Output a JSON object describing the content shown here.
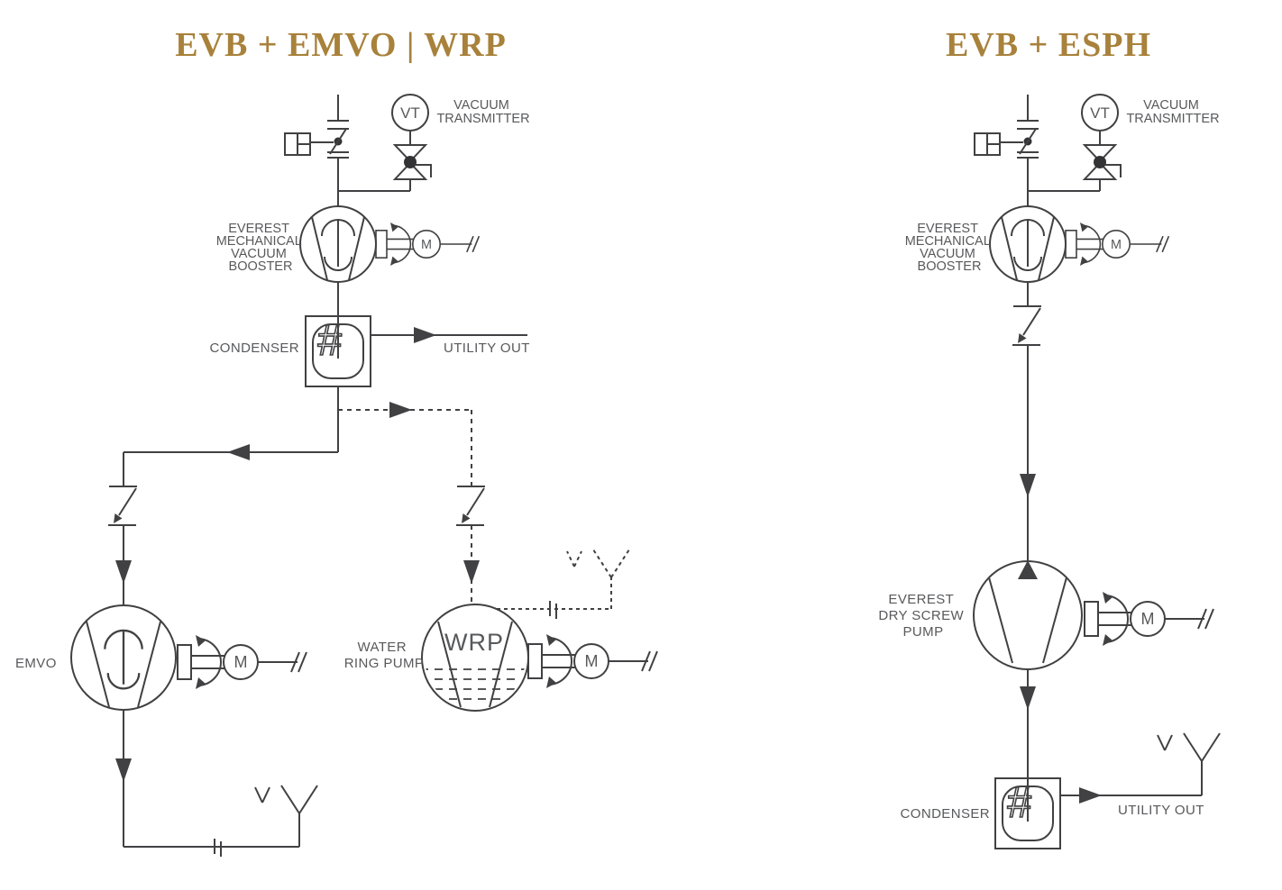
{
  "shared": {
    "vt": "VT",
    "vacuum_transmitter": [
      "VACUUM",
      "TRANSMITTER"
    ],
    "motor": "M",
    "condenser_hash": "#"
  },
  "left": {
    "title": "EVB + EMVO | WRP",
    "booster_label": [
      "EVEREST",
      "MECHANICAL",
      "VACUUM",
      "BOOSTER"
    ],
    "condenser_label": "CONDENSER",
    "utility_out_label": "UTILITY OUT",
    "emvo_label": "EMVO",
    "water_ring_pump_label": [
      "WATER",
      "RING PUMP"
    ],
    "wrp_text": "WRP"
  },
  "right": {
    "title": "EVB + ESPH",
    "booster_label": [
      "EVEREST",
      "MECHANICAL",
      "VACUUM",
      "BOOSTER"
    ],
    "dry_screw_pump_label": [
      "EVEREST",
      "DRY SCREW",
      "PUMP"
    ],
    "condenser_label": "CONDENSER",
    "utility_out_label": "UTILITY OUT"
  },
  "colors": {
    "title": "#A8813B",
    "line": "#414042",
    "label": "#58595B"
  }
}
